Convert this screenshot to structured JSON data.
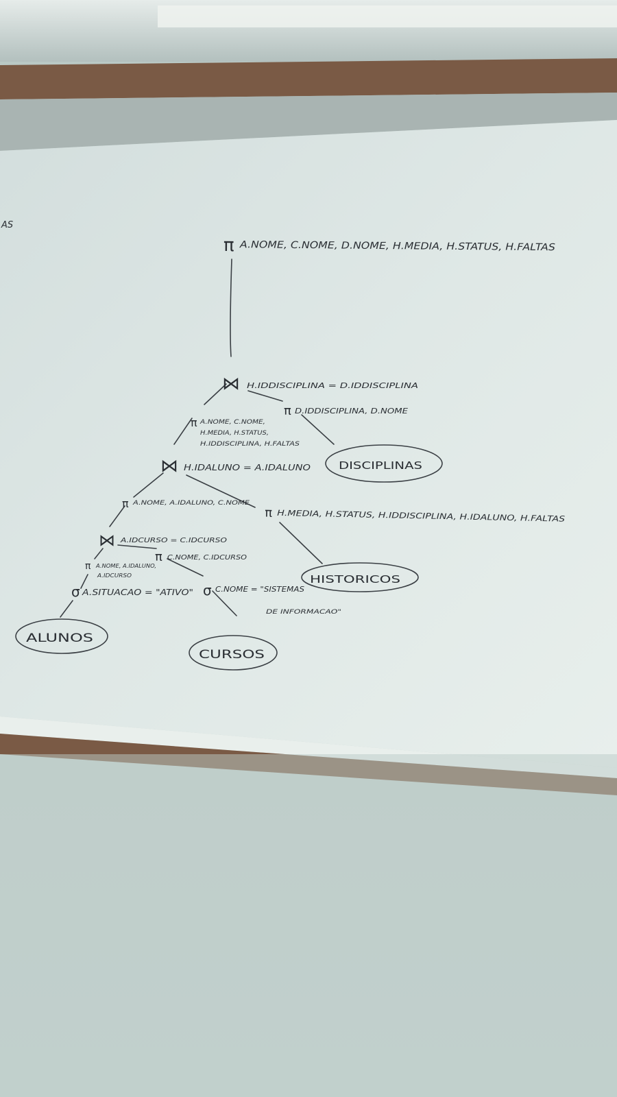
{
  "board": {
    "edge_text": "AS",
    "root": {
      "symbol": "π",
      "attributes": "A.NOME, C.NOME, D.NOME, H.MEDIA, H.STATUS, H.FALTAS"
    },
    "join_top": {
      "symbol": "⋈",
      "condition": "H.IDDISCIPLINA = D.IDDISCIPLINA"
    },
    "proj_disciplinas": {
      "symbol": "π",
      "attributes": "D.IDDISCIPLINA, D.NOME"
    },
    "proj_mid": {
      "symbol": "π",
      "line1": "A.NOME, C.NOME,",
      "line2": "H.MEDIA, H.STATUS,",
      "line3": "H.IDDISCIPLINA, H.FALTAS"
    },
    "join_mid": {
      "symbol": "⋈",
      "condition": "H.IDALUNO = A.IDALUNO"
    },
    "proj_left": {
      "symbol": "π",
      "attributes": "A.NOME, A.IDALUNO, C.NOME"
    },
    "proj_historicos": {
      "symbol": "π",
      "attributes": "H.MEDIA, H.STATUS, H.IDDISCIPLINA, H.IDALUNO, H.FALTAS"
    },
    "join_low": {
      "symbol": "⋈",
      "condition": "A.IDCURSO = C.IDCURSO"
    },
    "proj_cursos": {
      "symbol": "π",
      "attributes": "C.NOME, C.IDCURSO"
    },
    "proj_alunos": {
      "symbol": "π",
      "line1": "A.NOME, A.IDALUNO,",
      "line2": "A.IDCURSO"
    },
    "select_alunos": {
      "symbol": "σ",
      "condition": "A.SITUACAO = \"ATIVO\""
    },
    "select_cursos": {
      "symbol": "σ",
      "line1": "C.NOME = \"SISTEMAS",
      "line2": "DE INFORMACAO\""
    },
    "tables": {
      "disciplinas": "DISCIPLINAS",
      "historicos": "HISTORICOS",
      "alunos": "ALUNOS",
      "cursos": "CURSOS"
    }
  },
  "colors": {
    "board": "#d7e2e1",
    "frame": "#7a5a45",
    "wall": "#c3d0cd",
    "marker": "#2a2e33"
  }
}
